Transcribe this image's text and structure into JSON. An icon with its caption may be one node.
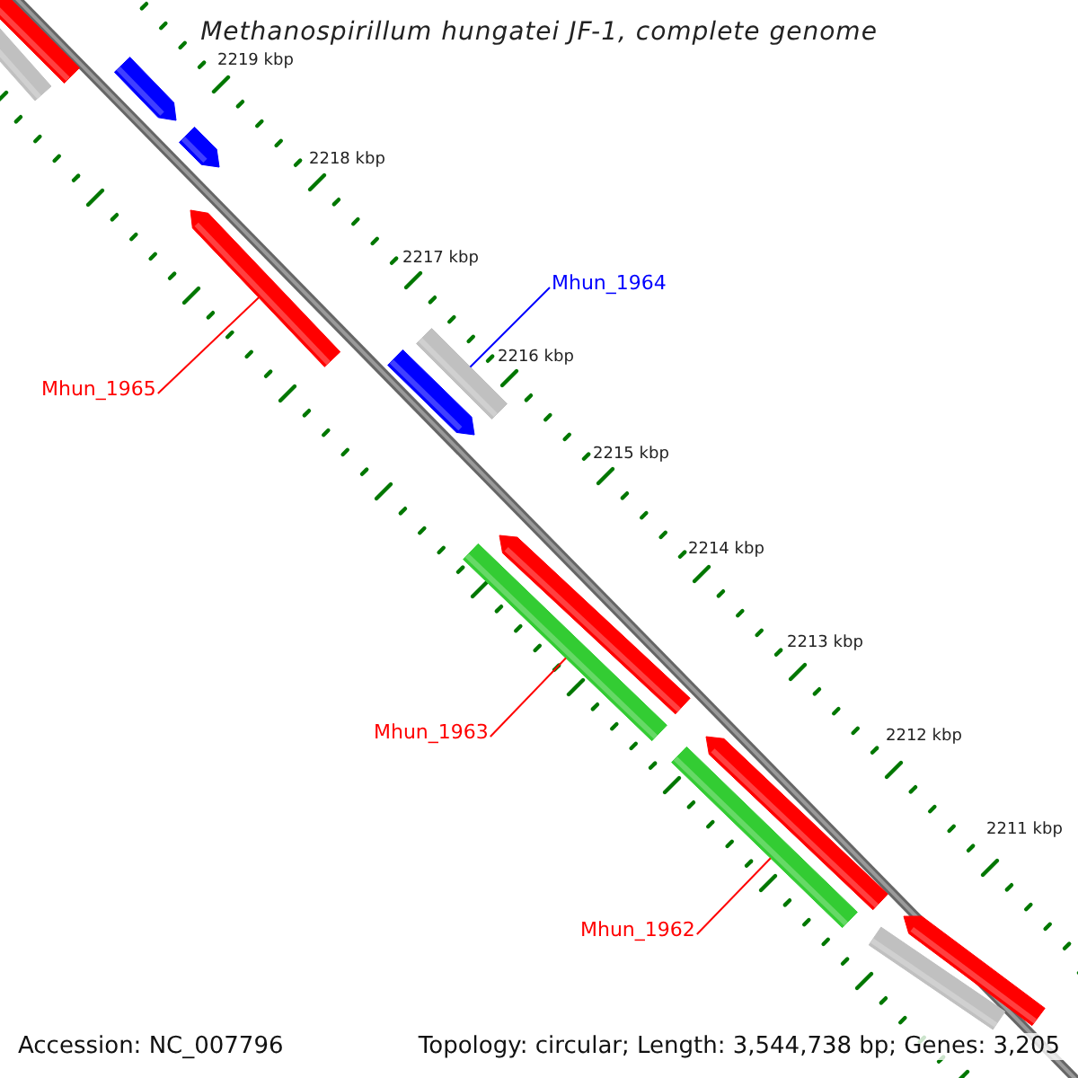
{
  "diagram": {
    "title": "Methanospirillum hungatei JF-1, complete genome",
    "nodes": [
      {
        "text": [],
        "shape": "bar"
      },
      {
        "text": [],
        "shape": "bar"
      },
      {
        "text": [],
        "shape": "arrow"
      },
      {
        "text": [],
        "shape": "arrow"
      },
      {
        "text": [],
        "shape": "arrow"
      },
      {
        "text": [],
        "shape": "bar"
      },
      {
        "text": [],
        "shape": "arrow"
      },
      {
        "text": [],
        "shape": "arrow"
      },
      {
        "text": [],
        "shape": "bar"
      },
      {
        "text": [],
        "shape": "arrow"
      },
      {
        "text": [],
        "shape": "bar"
      },
      {
        "text": [],
        "shape": "arrow"
      },
      {
        "text": [],
        "shape": "bar"
      },
      {
        "text": [
          "Mhun_1964"
        ]
      },
      {
        "text": [
          "Mhun_1965"
        ]
      },
      {
        "text": [
          "Mhun_1963"
        ]
      },
      {
        "text": [
          "Mhun_1962"
        ]
      }
    ],
    "edges": [
      {
        "from": 13,
        "to": 5,
        "arrow": "none",
        "color": "#0000ff"
      },
      {
        "from": 14,
        "to": 4,
        "arrow": "none"
      },
      {
        "from": 15,
        "to": 8,
        "arrow": "none"
      },
      {
        "from": 16,
        "to": 10,
        "arrow": "none"
      }
    ],
    "labels": [
      "2219 kbp",
      "2218 kbp",
      "2217 kbp",
      "2216 kbp",
      "2215 kbp",
      "2214 kbp",
      "2213 kbp",
      "2212 kbp",
      "2211 kbp",
      "Accession: NC_007796",
      "Topology: circular; Length: 3,544,738 bp; Genes: 3,205"
    ]
  }
}
